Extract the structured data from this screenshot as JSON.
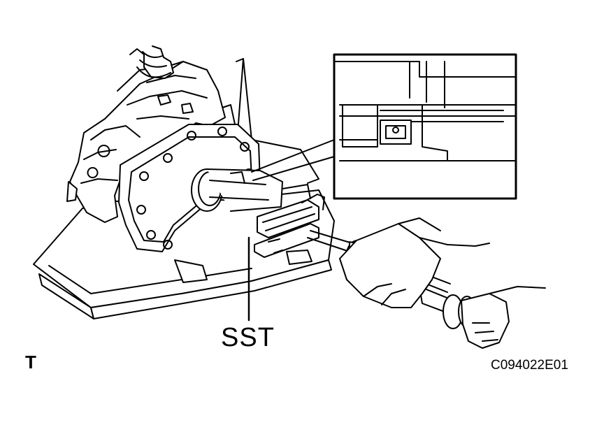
{
  "illustration": {
    "subject": "sst-on-transmission-illustration",
    "stroke_color": "#000000",
    "background_color": "#ffffff"
  },
  "labels": {
    "tool": "SST",
    "corner_mark": "T",
    "figure_code": "C094022E01"
  }
}
